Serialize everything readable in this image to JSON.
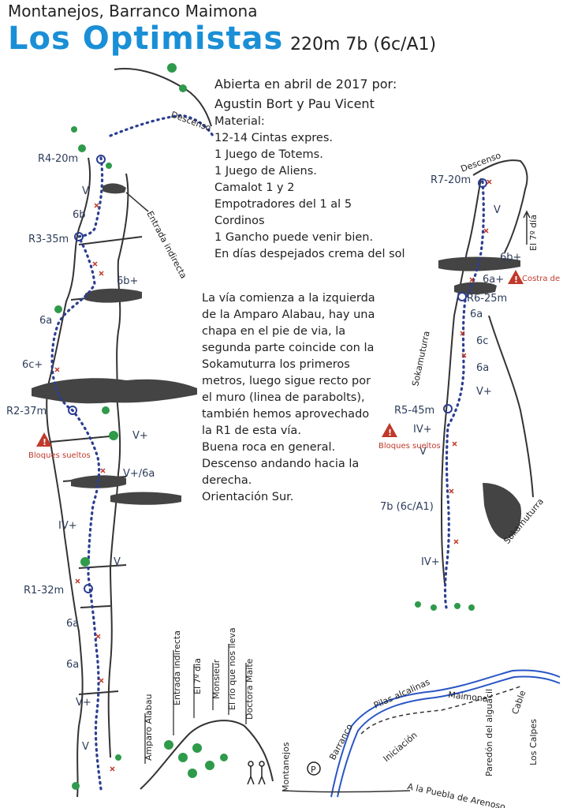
{
  "header": {
    "subtitle": "Montanejos, Barranco Maimona",
    "title": "Los Optimistas",
    "grade": "220m 7b (6c/A1)"
  },
  "info": {
    "lines": [
      "Abierta en abril de 2017 por:",
      "Agustin Bort y Pau Vicent",
      "Material:",
      "12-14 Cintas expres.",
      "1 Juego de Totems.",
      "1 Juego de Aliens.",
      "Camalot 1 y 2",
      "Empotradores del 1 al 5",
      "Cordinos",
      "1 Gancho puede venir bien.",
      "En días despejados crema del sol"
    ]
  },
  "description": {
    "lines": [
      "La vía comienza a la izquierda",
      "de la Amparo Alabau, hay una",
      "chapa en el pie de via, la",
      "segunda parte coincide con la",
      "Sokamuturra los primeros",
      "metros, luego sigue recto por",
      "el muro (linea de parabolts),",
      "también hemos aprovechado",
      "la R1 de esta vía.",
      "Buena roca en general.",
      "Descenso andando hacia la",
      "derecha.",
      "Orientación Sur."
    ]
  },
  "left_topo": {
    "belays": [
      "R4-20m",
      "R3-35m",
      "R2-37m",
      "R1-32m"
    ],
    "grades": [
      "V",
      "6b",
      "6b+",
      "6a",
      "6c+",
      "V+",
      "V+/6a",
      "IV+",
      "V",
      "6a",
      "6a",
      "V+",
      "V"
    ],
    "descent_label": "Descenso",
    "entry_label": "Entrada indirecta",
    "warning": "Bloques sueltos"
  },
  "right_topo": {
    "belays": [
      "R7-20m",
      "R6-25m",
      "R5-45m"
    ],
    "grades": [
      "V",
      "6b+",
      "6a+",
      "6a",
      "6c",
      "6a",
      "V+",
      "IV+",
      "V",
      "7b (6c/A1)",
      "IV+"
    ],
    "descent_label": "Descenso",
    "day_label": "El 7º día",
    "sokamuturra_label": "Sokamuturra",
    "warning_top": "Costra de roca",
    "warning_mid": "Bloques sueltos"
  },
  "overview": {
    "routes": [
      "Amparo Alabau",
      "Entrada indirecta",
      "El 7º dia",
      "Monsieur",
      "El río que nos lleva",
      "Doctora Maite"
    ]
  },
  "map": {
    "town": "Montanejos",
    "labels": [
      "Barranco",
      "Pilas alcalinas",
      "Maimona",
      "Cable",
      "Iniciación",
      "Paredón del alguacil",
      "Los Calpes",
      "A la Puebla de Arenoso"
    ],
    "parking": "P"
  },
  "colors": {
    "title": "#1a8fd6",
    "route_line": "#2c3e91",
    "warning": "#c0392b",
    "vegetation": "#2e9a4a",
    "river": "#2a56c6"
  }
}
